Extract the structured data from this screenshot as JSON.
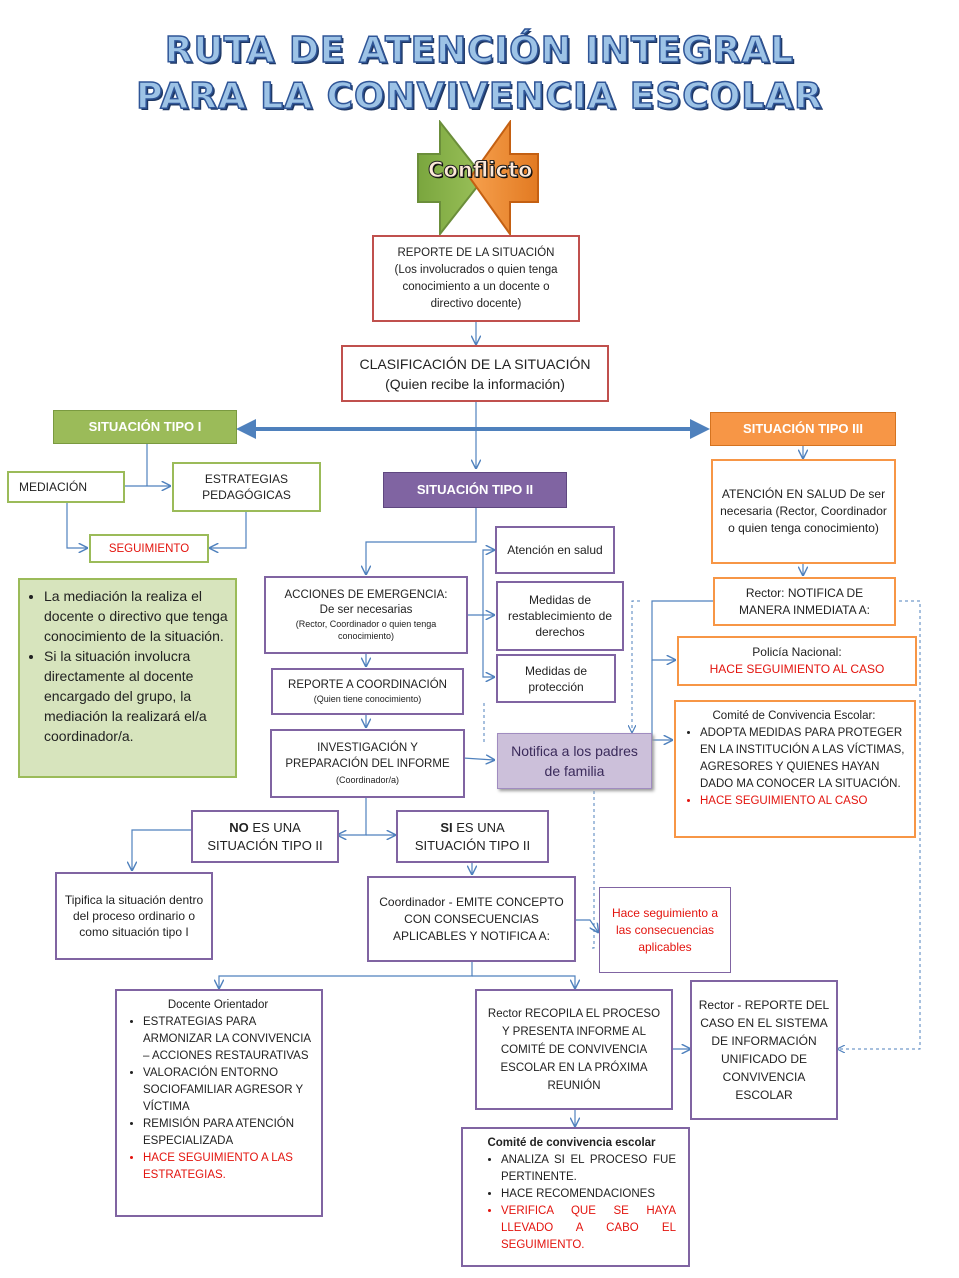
{
  "title": {
    "line1": "RUTA DE ATENCIÓN INTEGRAL",
    "line2": "PARA LA CONVIVENCIA ESCOLAR"
  },
  "conflict": "Conflicto",
  "reporte": {
    "line1": "REPORTE DE LA SITUACIÓN",
    "line2": "(Los involucrados o  quien tenga conocimiento a un docente o directivo docente)"
  },
  "clasificacion": {
    "line1": "CLASIFICACIÓN  DE  LA SITUACIÓN",
    "line2": "(Quien  recibe  la información)"
  },
  "tipo1": {
    "header": "SITUACIÓN TIPO I",
    "mediacion": "MEDIACIÓN",
    "estrategias": "ESTRATEGIAS PEDAGÓGICAS",
    "seguimiento": "SEGUIMIENTO",
    "notes": [
      "La mediación la realiza el docente o directivo que tenga conocimiento de la situación.",
      "Si la situación involucra directamente al docente encargado del grupo, la mediación la realizará el/a coordinador/a."
    ]
  },
  "tipo2": {
    "header": "SITUACIÓN TIPO II",
    "acciones": {
      "line1": "ACCIONES DE EMERGENCIA:",
      "line2": "De ser necesarias",
      "line3": "(Rector, Coordinador  o quien tenga conocimiento)"
    },
    "atencion_salud": "Atención en salud",
    "restablecimiento": "Medidas de restablecimiento de derechos",
    "proteccion": "Medidas de protección",
    "reporte_coord": {
      "line1": "REPORTE A COORDINACIÓN",
      "line2": "(Quien tiene conocimiento)"
    },
    "investigacion": {
      "line1": "INVESTIGACIÓN Y PREPARACIÓN DEL INFORME",
      "line2": "(Coordinador/a)"
    },
    "notifica_padres": "Notifica a los padres de familia",
    "no_es": {
      "bold": "NO",
      "rest": " ES UNA SITUACIÓN TIPO II"
    },
    "si_es": {
      "bold": "SI",
      "rest": " ES UNA SITUACIÓN TIPO II"
    },
    "tipifica": "Tipifica la situación dentro del proceso ordinario o como situación tipo I",
    "coordinador": "Coordinador - EMITE CONCEPTO CON CONSECUENCIAS APLICABLES Y NOTIFICA A:",
    "hace_seguimiento": "Hace seguimiento a las consecuencias aplicables",
    "docente": {
      "title": "Docente Orientador",
      "items": [
        "ESTRATEGIAS PARA ARMONIZAR LA CONVIVENCIA – ACCIONES RESTAURATIVAS",
        "VALORACIÓN ENTORNO SOCIOFAMILIAR AGRESOR Y VÍCTIMA",
        "REMISIÓN PARA ATENCIÓN ESPECIALIZADA"
      ],
      "red_item": "HACE SEGUIMIENTO A LAS ESTRATEGIAS."
    },
    "rector": "Rector RECOPILA EL PROCESO Y PRESENTA INFORME AL COMITÉ DE CONVIVENCIA ESCOLAR EN LA PRÓXIMA REUNIÓN",
    "rector_reporte": "Rector - REPORTE DEL CASO EN EL SISTEMA DE INFORMACIÓN UNIFICADO DE CONVIVENCIA ESCOLAR",
    "comite": {
      "title": "Comité de convivencia escolar",
      "items": [
        "ANALIZA SI EL PROCESO FUE PERTINENTE.",
        "HACE RECOMENDACIONES"
      ],
      "red_item": "VERIFICA QUE SE HAYA LLEVADO A CABO EL SEGUIMIENTO."
    }
  },
  "tipo3": {
    "header": "SITUACIÓN TIPO III",
    "atencion": "ATENCIÓN EN SALUD De ser necesaria (Rector, Coordinador o quien tenga conocimiento)",
    "rector": "Rector: NOTIFICA DE MANERA INMEDIATA A:",
    "policia": {
      "line1": "Policía Nacional:",
      "line2": "HACE SEGUIMIENTO AL CASO"
    },
    "comite": {
      "title": "Comité de Convivencia Escolar:",
      "items": [
        "ADOPTA MEDIDAS PARA PROTEGER  EN LA INSTITUCIÓN A LAS VÍCTIMAS, AGRESORES Y QUIENES HAYAN DADO MA CONOCER LA SITUACIÓN."
      ],
      "red_item": "HACE SEGUIMIENTO AL CASO"
    }
  },
  "colors": {
    "red": "#c0504d",
    "green": "#9bbb59",
    "purple": "#8064a2",
    "orange": "#f79646",
    "line": "#4f81bd"
  }
}
